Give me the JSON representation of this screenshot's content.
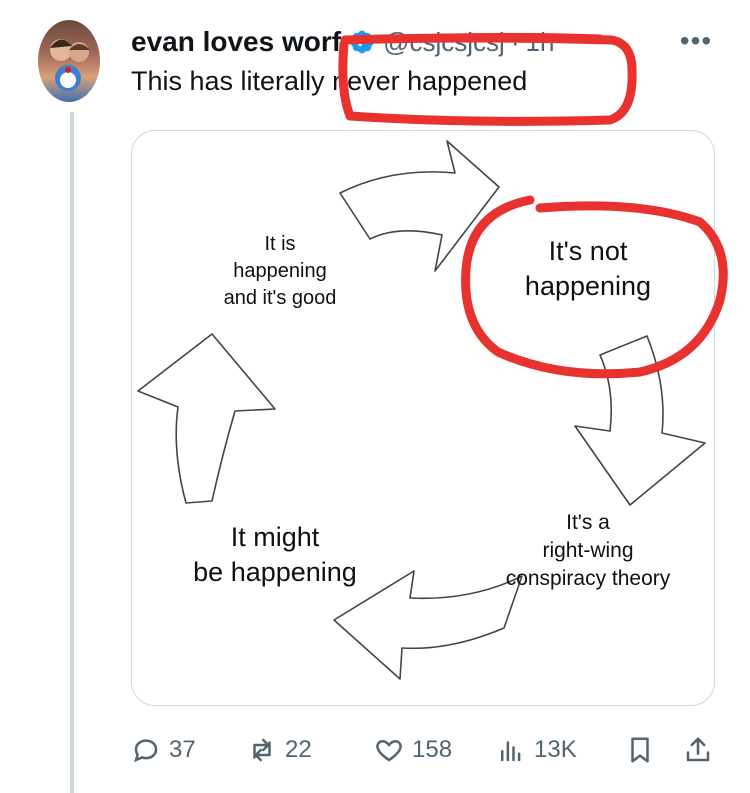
{
  "tweet": {
    "display_name": "evan loves worf",
    "handle": "@csjcsjcsj",
    "dot": "·",
    "time": "1h",
    "text": "This has literally never happened",
    "more_label": "•••"
  },
  "image": {
    "labels": {
      "top_left": [
        "It is",
        "happening",
        "and it's good"
      ],
      "top_right": [
        "It's not",
        "happening"
      ],
      "bottom_right": [
        "It's a",
        "right-wing",
        "conspiracy theory"
      ],
      "bottom_left": [
        "It might",
        "be happening"
      ]
    }
  },
  "actions": {
    "replies": "37",
    "reposts": "22",
    "likes": "158",
    "views": "13K"
  },
  "colors": {
    "verified": "#1d9bf0",
    "annotation": "#e8322f",
    "muted": "#536471"
  }
}
